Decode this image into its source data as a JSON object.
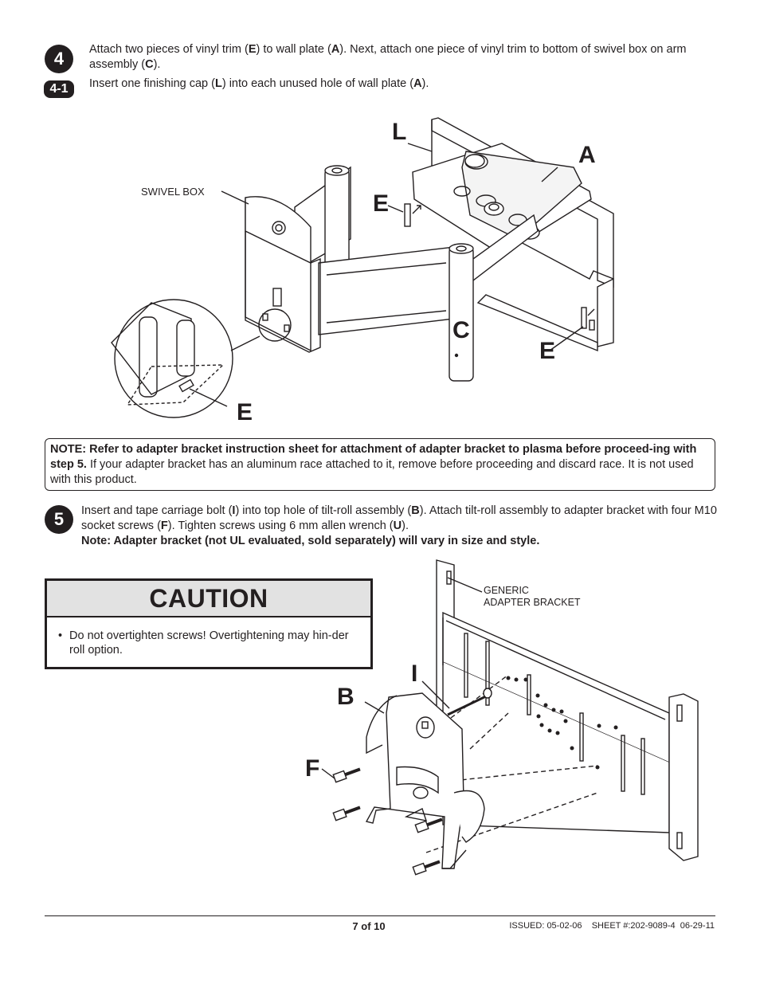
{
  "step4": {
    "badge": "4",
    "badge_sub": "4-1",
    "line1_a": "Attach two pieces of vinyl trim (",
    "line1_e": "E",
    "line1_b": ") to wall plate (",
    "line1_a2": "A",
    "line1_c": "). Next, attach one piece of vinyl trim to bottom of swivel box on arm assembly (",
    "line1_c2": "C",
    "line1_d": ").",
    "line2_a": "Insert one finishing cap (",
    "line2_l": "L",
    "line2_b": ") into each unused hole of wall plate (",
    "line2_a2": "A",
    "line2_c": ")."
  },
  "diagram1": {
    "callouts": {
      "L": "L",
      "A": "A",
      "E_top": "E",
      "C": "C",
      "E_right": "E",
      "E_detail": "E"
    },
    "swivel_box_label": "SWIVEL BOX"
  },
  "note": {
    "bold": "NOTE: Refer to adapter bracket instruction sheet for attachment of adapter bracket to plasma before proceed-ing with step 5.",
    "normal": " If your adapter bracket has an aluminum race attached to it, remove before proceeding and discard race. It is not used with this product."
  },
  "step5": {
    "badge": "5",
    "t1": "Insert and tape carriage bolt (",
    "t_i": "I",
    "t2": ") into top hole of tilt-roll assembly (",
    "t_b": "B",
    "t3": "). Attach tilt-roll assembly to adapter bracket with four M10 socket screws (",
    "t_f": "F",
    "t4": "). Tighten screws using 6 mm allen wrench (",
    "t_u": "U",
    "t5": ").",
    "note": "Note: Adapter bracket (not UL evaluated, sold separately) will vary in size and style."
  },
  "caution": {
    "title": "CAUTION",
    "bullet": "•",
    "text": "Do not overtighten screws! Overtightening may hin-der roll option."
  },
  "diagram2": {
    "callouts": {
      "I": "I",
      "B": "B",
      "F": "F"
    },
    "generic_label_1": "GENERIC",
    "generic_label_2": "ADAPTER BRACKET"
  },
  "footer": {
    "page": "7 of 10",
    "issued": "ISSUED: 05-02-06    SHEET #:202-9089-4  06-29-11"
  }
}
